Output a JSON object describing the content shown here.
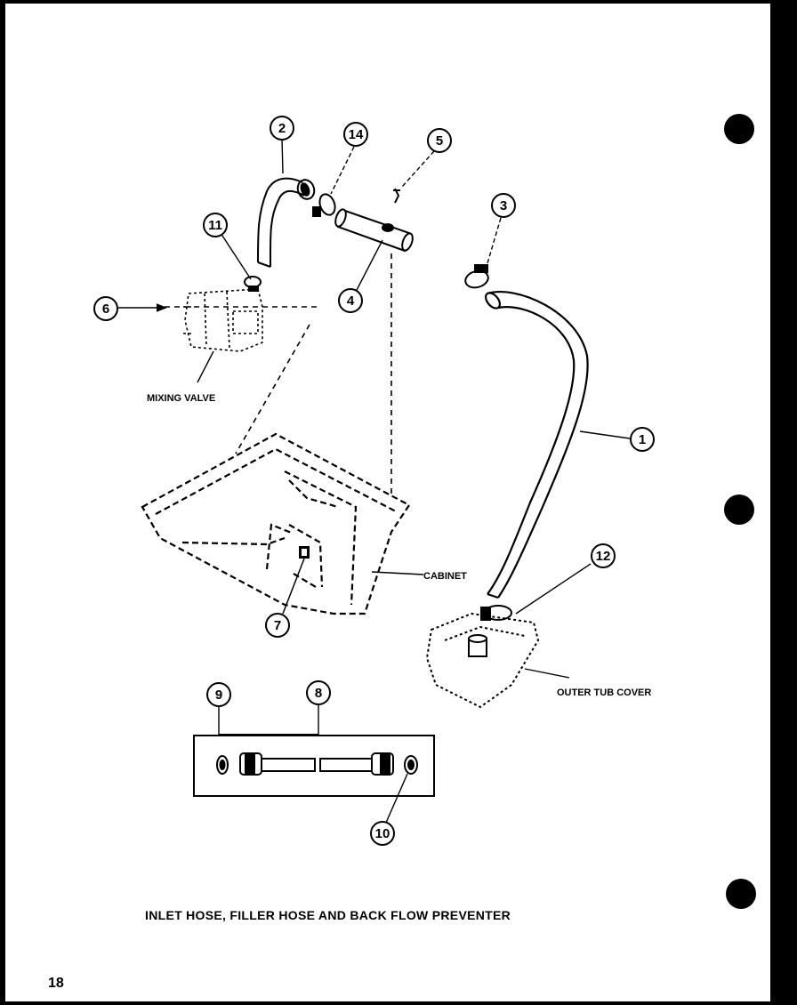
{
  "title": "INLET HOSE, FILLER HOSE AND BACK FLOW PREVENTER",
  "page_number": "18",
  "labels": {
    "mixing_valve": "MIXING VALVE",
    "cabinet": "CABINET",
    "outer_tub_cover": "OUTER TUB COVER"
  },
  "callouts": {
    "c1": "1",
    "c2": "2",
    "c3": "3",
    "c4": "4",
    "c5": "5",
    "c6": "6",
    "c7": "7",
    "c8": "8",
    "c9": "9",
    "c10": "10",
    "c11": "11",
    "c12": "12",
    "c14": "14"
  }
}
